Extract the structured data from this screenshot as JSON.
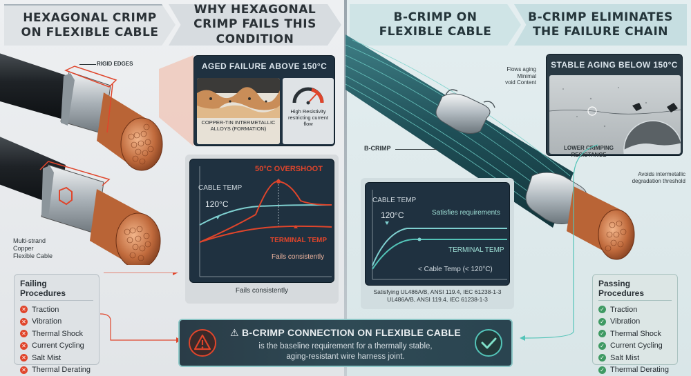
{
  "headers": {
    "left1": "HEXAGONAL CRIMP ON FLEXIBLE CABLE",
    "left2": "WHY HEXAGONAL CRIMP FAILS THIS CONDITION",
    "right1": "B-CRIMP ON FLEXIBLE CABLE",
    "right2": "B-CRIMP ELIMINATES THE FAILURE CHAIN"
  },
  "left_labels": {
    "rigid_edges": "RIGID EDGES",
    "multi_strand": [
      "Multi-strand",
      "Copper",
      "Flexible Cable"
    ]
  },
  "aged_panel": {
    "title": "AGED FAILURE ABOVE 150°C",
    "intermetallic": "COPPER-TIN INTERMETALLIC ALLOYS (FORMATION)",
    "resistivity": "High Resistivity restricting current flow"
  },
  "fail_chart": {
    "overshoot": "50°C OVERSHOOT",
    "cable_temp": "CABLE TEMP",
    "temp_120": "120°C",
    "terminal_temp": "TERMINAL TEMP",
    "fails_inside": "Fails consistently",
    "fails_caption": "Fails consistently"
  },
  "right_labels": {
    "b_crimp": "B-CRIMP",
    "flows_aging": "Flows aging",
    "minimal": "Minimal",
    "void_content": "void Content",
    "lower_crimping": "LOWER CRIMPING",
    "resistance": "RESISTANCE",
    "avoids": "Avoids intermetallic",
    "degradation": "degradation threshold"
  },
  "stable_panel": {
    "title": "STABLE AGING BELOW 150°C"
  },
  "pass_chart": {
    "cable_temp": "CABLE TEMP",
    "temp_120": "120°C",
    "satisfies": "Satisfies requirements",
    "terminal_temp": "TERMINAL TEMP",
    "cable_lt": "< Cable Temp (< 120°C)",
    "caption1": "Satisfying UL486A/B, ANSI 119.4, IEC 61238-1-3",
    "caption2": "UL486A/B, ANSI 119.4, IEC 61238-1-3"
  },
  "failing": {
    "title": "Failing Procedures",
    "items": [
      "Traction",
      "Vibration",
      "Thermal Shock",
      "Current Cycling",
      "Salt Mist",
      "Thermal Derating"
    ]
  },
  "passing": {
    "title": "Passing Procedures",
    "items": [
      "Traction",
      "Vibration",
      "Thermal Shock",
      "Current Cycling",
      "Salt Mist",
      "Thermal Derating"
    ]
  },
  "banner": {
    "title": "⚠ B-CRIMP CONNECTION ON FLEXIBLE CABLE",
    "line1": "is the baseline requirement for a thermally stable,",
    "line2": "aging-resistant wire harness joint."
  },
  "colors": {
    "fail": "#e0452b",
    "pass": "#3f9a63",
    "panel": "#1f3140",
    "accent_teal": "#53c4b8"
  }
}
